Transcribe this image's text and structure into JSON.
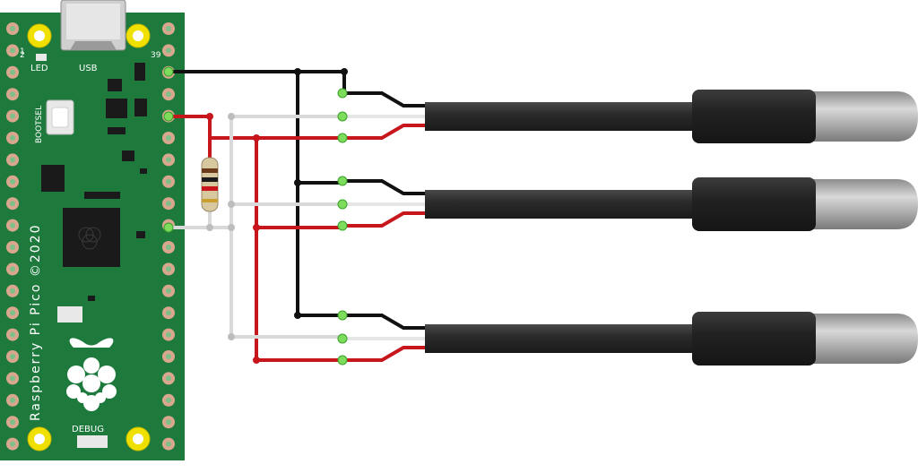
{
  "board": {
    "name_text": "Raspberry Pi Pico ©2020",
    "usb_label": "USB",
    "led_label": "LED",
    "bootsel_label": "BOOTSEL",
    "debug_label": "DEBUG",
    "pin_1_label": "1",
    "pin_2_label": "2",
    "pin_39_label": "39",
    "pcb_color": "#1e7a3c",
    "pad_color": "#d9a78e"
  },
  "components": {
    "resistor": "pull-up-resistor",
    "sensors": [
      "ds18b20-probe-1",
      "ds18b20-probe-2",
      "ds18b20-probe-3"
    ]
  },
  "wire_colors": {
    "ground": "#111111",
    "power": "#c8161d",
    "data": "#d9d9d9"
  }
}
